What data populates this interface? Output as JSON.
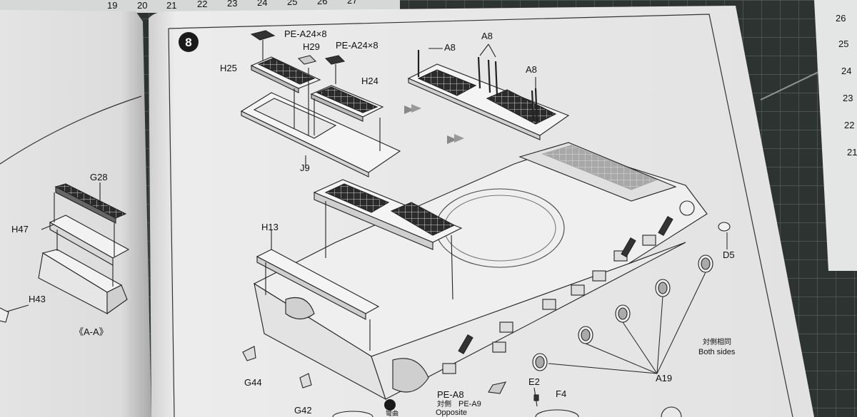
{
  "step_number": "8",
  "ruler_top": [
    "19",
    "20",
    "21",
    "22",
    "23",
    "24",
    "25",
    "26",
    "27"
  ],
  "ruler_right": [
    "26",
    "25",
    "24",
    "23",
    "22",
    "21"
  ],
  "part_labels": {
    "pe_a24_1": "PE-A24×8",
    "pe_a24_2": "PE-A24×8",
    "h29": "H29",
    "h25": "H25",
    "h24": "H24",
    "j9": "J9",
    "a8_1": "A8",
    "a8_2": "A8",
    "a8_3": "A8",
    "g28": "G28",
    "h47": "H47",
    "h43": "H43",
    "h13": "H13",
    "d5": "D5",
    "a19": "A19",
    "g44": "G44",
    "g42": "G42",
    "pe_a8": "PE-A8",
    "pe_a9": "PE-A9",
    "e2": "E2",
    "f4": "F4"
  },
  "section_label": "《A-A》",
  "both_sides_cn": "対側相同",
  "both_sides_en": "Both sides",
  "opposite_cn": "対側",
  "opposite_en": "Opposite",
  "bend_cn": "彎曲"
}
